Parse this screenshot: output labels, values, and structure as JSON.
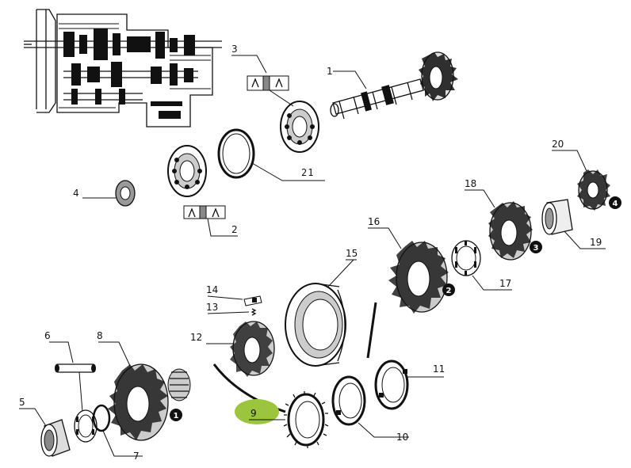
{
  "diagram": {
    "parts": [
      {
        "id": "1",
        "label": "1"
      },
      {
        "id": "2",
        "label": "2"
      },
      {
        "id": "3",
        "label": "3"
      },
      {
        "id": "4",
        "label": "4"
      },
      {
        "id": "5",
        "label": "5"
      },
      {
        "id": "6",
        "label": "6"
      },
      {
        "id": "7",
        "label": "7"
      },
      {
        "id": "8",
        "label": "8"
      },
      {
        "id": "9",
        "label": "9"
      },
      {
        "id": "10",
        "label": "10"
      },
      {
        "id": "11",
        "label": "11"
      },
      {
        "id": "12",
        "label": "12"
      },
      {
        "id": "13",
        "label": "13"
      },
      {
        "id": "14",
        "label": "14"
      },
      {
        "id": "15",
        "label": "15"
      },
      {
        "id": "16",
        "label": "16"
      },
      {
        "id": "17",
        "label": "17"
      },
      {
        "id": "18",
        "label": "18"
      },
      {
        "id": "19",
        "label": "19"
      },
      {
        "id": "20",
        "label": "20"
      },
      {
        "id": "21",
        "label": "21"
      }
    ],
    "badges": [
      {
        "id": "b1",
        "label": "1"
      },
      {
        "id": "b2",
        "label": "2"
      },
      {
        "id": "b3",
        "label": "3"
      },
      {
        "id": "b4",
        "label": "4"
      }
    ],
    "highlight_color": "#9bc53d",
    "ink_color": "#111111"
  }
}
